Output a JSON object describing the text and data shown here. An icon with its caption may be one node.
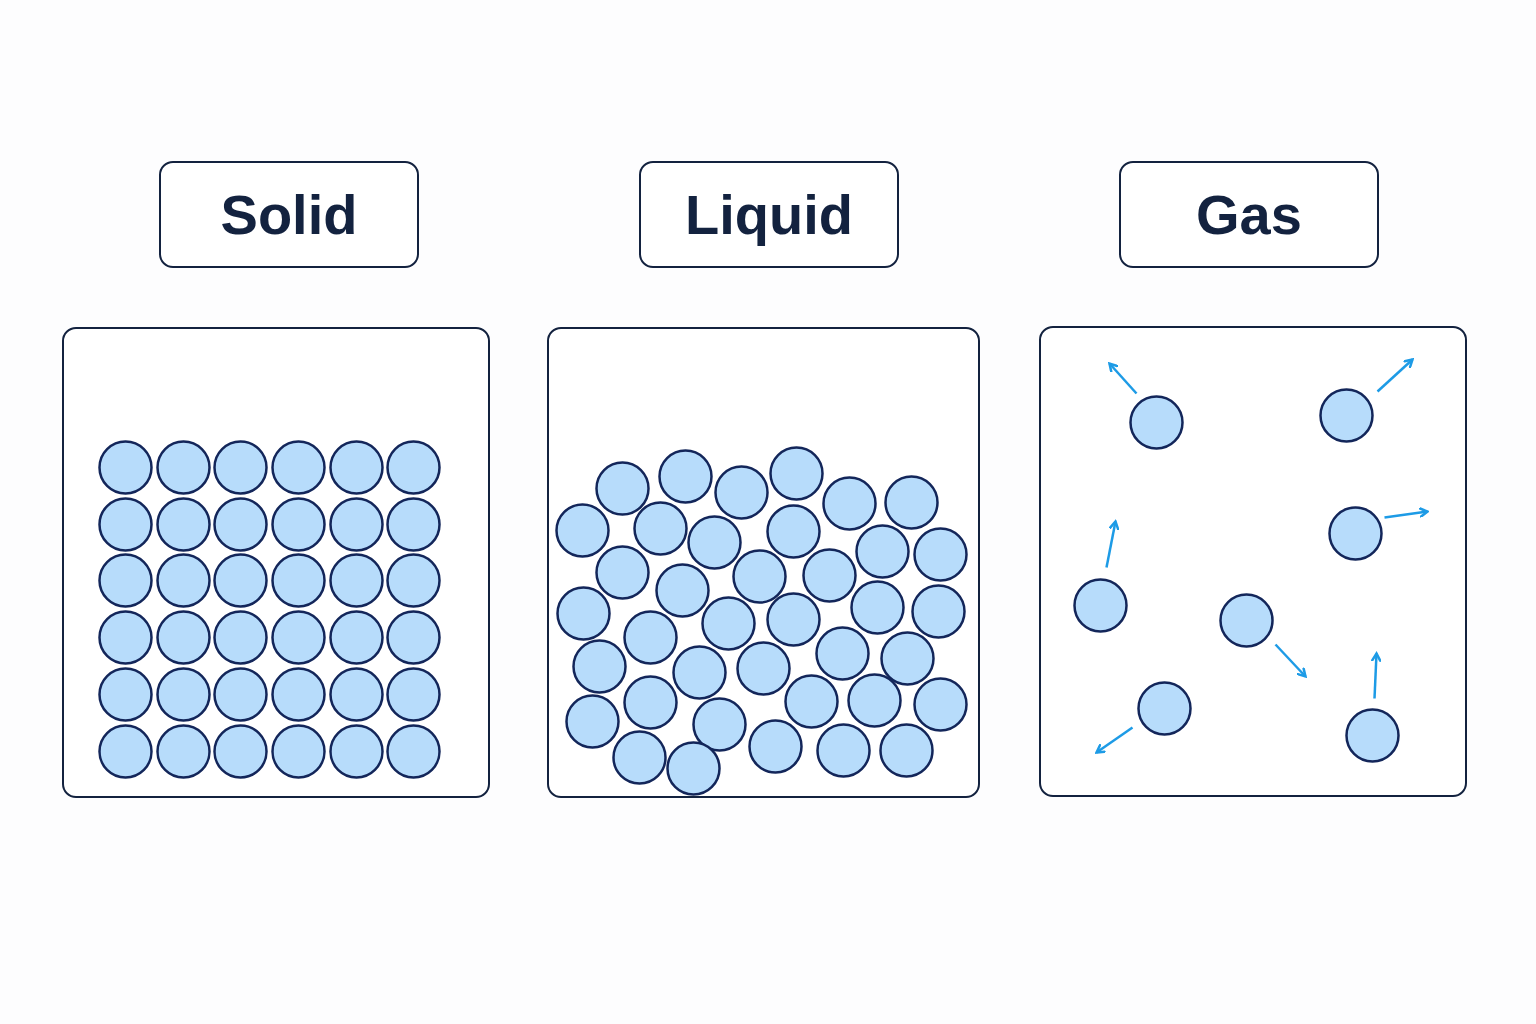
{
  "diagram": {
    "nodes": [
      {
        "text": [
          "Solid"
        ]
      },
      {
        "text": [
          "Liquid"
        ]
      },
      {
        "text": [
          "Gas"
        ]
      },
      {
        "text": [],
        "shape": "box"
      },
      {
        "text": [],
        "shape": "box"
      },
      {
        "text": [],
        "shape": "box"
      }
    ]
  }
}
